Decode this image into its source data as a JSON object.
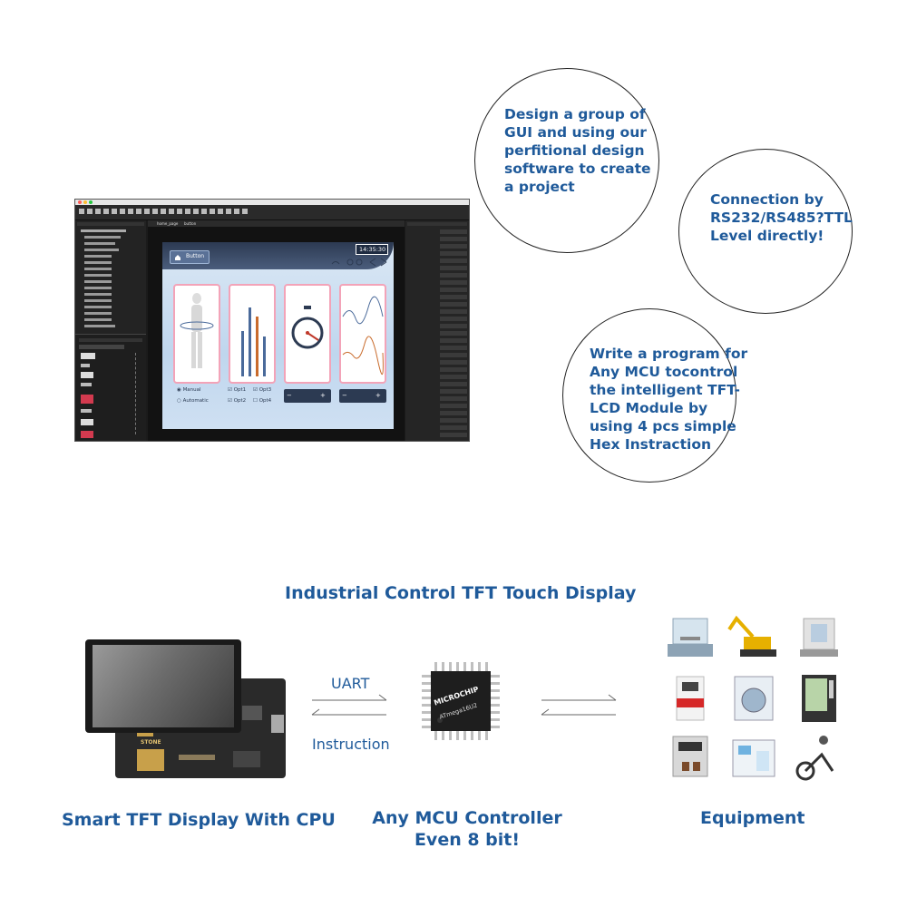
{
  "bubbles": {
    "design": [
      "Design a group of",
      "GUI and using our",
      "perfitional design",
      "software to create",
      "a project"
    ],
    "connection": {
      "line1": "Connection by",
      "bold": "RS232/RS485?TTL",
      "level_bold": "Level",
      "tail": " directly!"
    },
    "program": [
      "Write a program for",
      "Any MCU tocontrol",
      "the intelligent TFT-",
      "LCD Module by",
      "using 4 pcs simple",
      "Hex Instraction"
    ]
  },
  "designer": {
    "tabs": [
      "home_page",
      "button"
    ],
    "screen_button_label": "Button",
    "clock": "14:35:30",
    "options": {
      "manual": "Manual",
      "automatic": "Automatic",
      "opt1": "Opt1",
      "opt2": "Opt2",
      "opt3": "Opt3",
      "opt4": "Opt4"
    }
  },
  "diagram": {
    "title": "Industrial Control TFT Touch Display",
    "uart": "UART",
    "instruction": "Instruction",
    "display_caption": "Smart TFT Display With CPU",
    "mcu_caption_1": "Any MCU Controller",
    "mcu_caption_2": "Even 8 bit!",
    "equipment_caption": "Equipment",
    "chip_brand": "MICROCHIP",
    "chip_model": "ATmega16U2",
    "pcb_brand": "STONE"
  },
  "colors": {
    "text": "#1f5a9a",
    "accent_pink": "#f3a3b8",
    "dark_bg": "#1b1b1b"
  }
}
